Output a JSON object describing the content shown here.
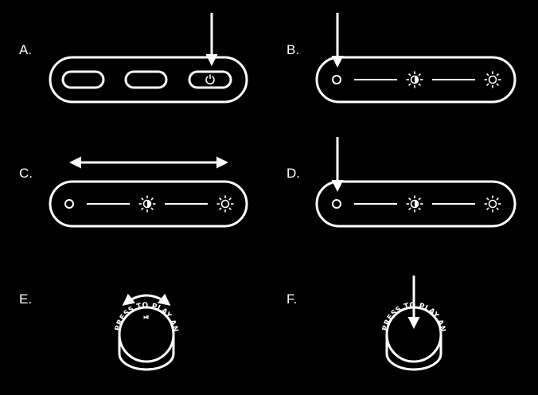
{
  "panels": [
    {
      "id": "a",
      "label": "A."
    },
    {
      "id": "b",
      "label": "B."
    },
    {
      "id": "c",
      "label": "C."
    },
    {
      "id": "d",
      "label": "D."
    },
    {
      "id": "e",
      "label": "E."
    },
    {
      "id": "f",
      "label": "F."
    }
  ],
  "knob": {
    "e_arc_text": "PRESS TO PLAY AND PAUSE",
    "e_play_pause_symbol": "⏯",
    "f_arc_text": "PRESS TO PLAY AND PAUSE"
  },
  "colors": {
    "background": "#000000",
    "foreground": "#ffffff"
  }
}
